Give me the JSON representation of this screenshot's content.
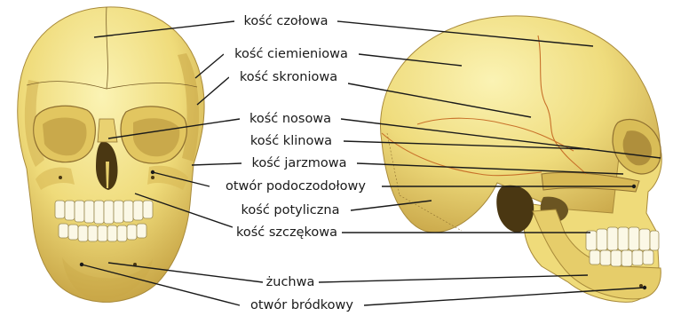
{
  "labels": {
    "frontal": "kość czołowa",
    "parietal": "kość ciemieniowa",
    "temporal": "kość skroniowa",
    "nasal": "kość nosowa",
    "sphenoid": "kość klinowa",
    "zygomatic": "kość jarzmowa",
    "infraorbital": "otwór podoczodołowy",
    "occipital": "kość potyliczna",
    "maxilla": "kość szczękowa",
    "mandible": "żuchwa",
    "mental": "otwór bródkowy"
  },
  "colors": {
    "bone_light": "#f6ec9a",
    "bone_mid": "#e9cf62",
    "bone_shadow": "#b99a3b",
    "bone_dark": "#6b5522",
    "leader": "#1a1a1a"
  }
}
